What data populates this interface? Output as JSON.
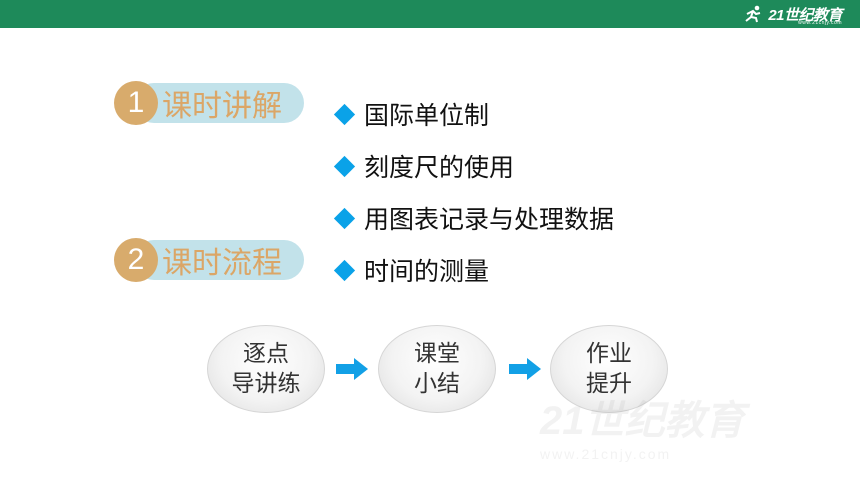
{
  "header": {
    "logo": {
      "brand": "21世纪教育",
      "url": "www.21cnjy.com",
      "icon": "runner-icon"
    },
    "bar_color": "#1e8a5a"
  },
  "sections": [
    {
      "number": "1",
      "title": "课时讲解"
    },
    {
      "number": "2",
      "title": "课时流程"
    }
  ],
  "bullets": [
    "国际单位制",
    "刻度尺的使用",
    "用图表记录与处理数据",
    "时间的测量"
  ],
  "flow": [
    {
      "line1": "逐点",
      "line2": "导讲练"
    },
    {
      "line1": "课堂",
      "line2": "小结"
    },
    {
      "line1": "作业",
      "line2": "提升"
    }
  ],
  "watermark": {
    "brand": "21世纪教育",
    "url": "www.21cnjy.com"
  },
  "colors": {
    "accent_diamond": "#0aa2e8",
    "section_num": "#d8ab6c",
    "section_text": "#dba667",
    "pill": "#c2e2ea",
    "arrow": "#12a0e6"
  }
}
